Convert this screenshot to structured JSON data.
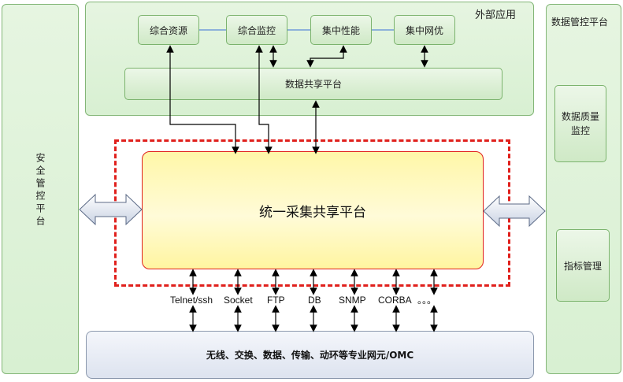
{
  "left_panel": {
    "title": "安全管控平台"
  },
  "external": {
    "title": "外部应用",
    "apps": [
      "综合资源",
      "综合监控",
      "集中性能",
      "集中网优"
    ],
    "share_platform": "数据共享平台"
  },
  "right_panel": {
    "title": "数据管控平台",
    "quality": "数据质量监控",
    "indicator": "指标管理"
  },
  "core": {
    "title": "统一采集共享平台"
  },
  "protocols": [
    "Telnet/ssh",
    "Socket",
    "FTP",
    "DB",
    "SNMP",
    "CORBA",
    "。。。"
  ],
  "bottom": {
    "title": "无线、交换、数据、传输、动环等专业网元/OMC"
  },
  "colors": {
    "dashed_border": "#e0201c",
    "core_fill": "#fff7a8",
    "core_border": "#e0201c",
    "green_border": "#83b677"
  }
}
